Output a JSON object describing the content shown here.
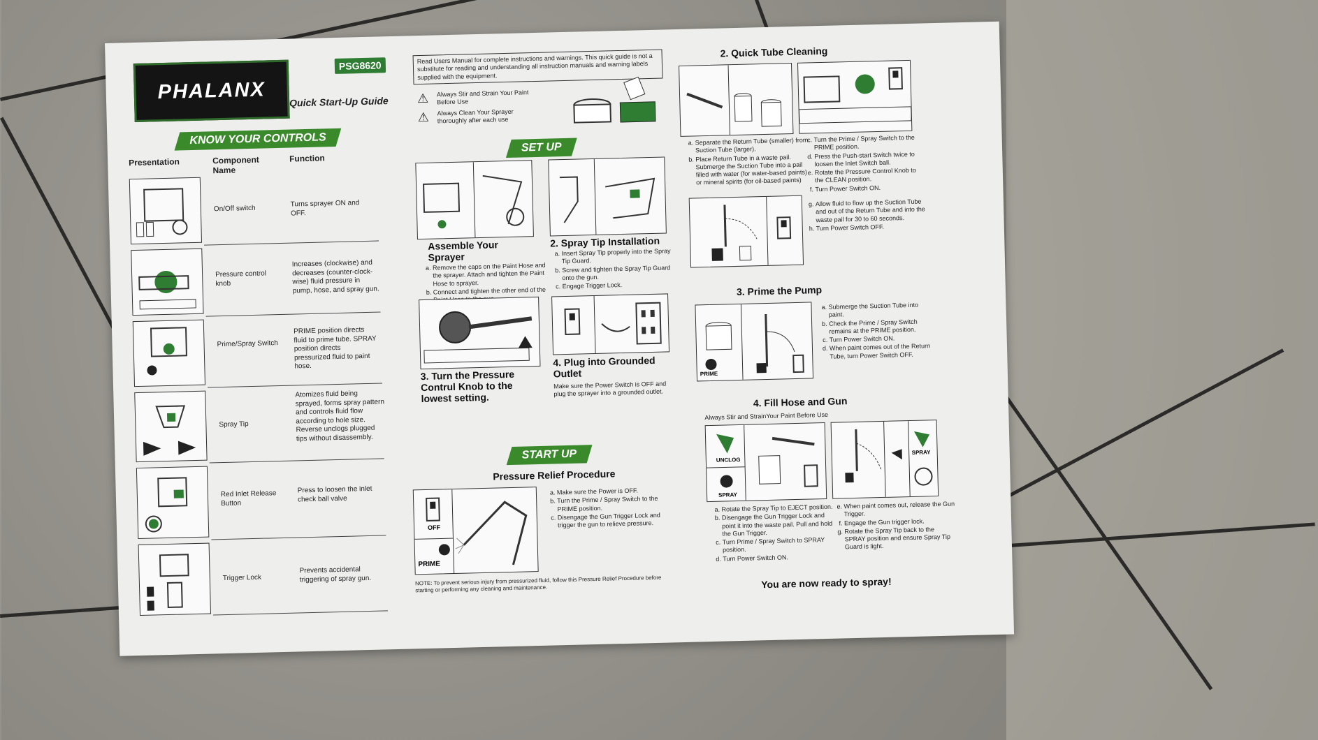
{
  "header": {
    "brand": "PHALANX",
    "model": "PSG8620",
    "guide_title": "Quick Start-Up Guide"
  },
  "notice": "Read Users Manual for complete instructions and warnings. This quick guide is not a substitute for reading and understanding all instruction manuals and warning labels supplied with the equipment.",
  "warnings": [
    "Always Stir and Strain Your Paint Before Use",
    "Always Clean Your Sprayer thoroughly after each use"
  ],
  "controls": {
    "banner": "KNOW YOUR CONTROLS",
    "headers": [
      "Presentation",
      "Component Name",
      "Function"
    ],
    "rows": [
      {
        "name": "On/Off switch",
        "function": "Turns sprayer ON and OFF."
      },
      {
        "name": "Pressure control knob",
        "function": "Increases (clockwise) and decreases (counter-clock-wise) fluid pressure in pump, hose, and spray gun."
      },
      {
        "name": "Prime/Spray Switch",
        "function": "PRIME position directs fluid to prime tube. SPRAY position directs pressurized fluid to paint hose."
      },
      {
        "name": "Spray Tip",
        "function": "Atomizes fluid being sprayed, forms spray pattern and controls fluid flow according to hole size. Reverse unclogs plugged tips without disassembly."
      },
      {
        "name": "Red Inlet Release Button",
        "function": "Press to loosen the inlet check ball valve"
      },
      {
        "name": "Trigger Lock",
        "function": "Prevents accidental triggering of spray gun."
      }
    ]
  },
  "setup": {
    "banner": "SET UP",
    "s1_title": "Assemble Your Sprayer",
    "s1_steps": [
      "Remove the caps on the Paint Hose and the sprayer. Attach and tighten the Paint Hose to sprayer.",
      "Connect and tighten the other end of the Paint Hose to the gun."
    ],
    "s2_title": "2. Spray Tip Installation",
    "s2_steps": [
      "Insert Spray Tip properly into the Spray Tip Guard.",
      "Screw and tighten the Spray Tip Guard onto the gun.",
      "Engage Trigger Lock."
    ],
    "s3_title": "3. Turn the Pressure Contrul Knob to the lowest setting.",
    "s4_title": "4. Plug into Grounded Outlet",
    "s4_text": "Make sure the Power Switch is OFF and plug the sprayer into a grounded outlet."
  },
  "startup": {
    "banner": "START UP",
    "title": "Pressure Relief Procedure",
    "steps": [
      "Make sure the Power is OFF.",
      "Turn the Prime / Spray Switch to the PRIME position.",
      "Disengage the Gun Trigger Lock and trigger the gun to relieve pressure."
    ],
    "note": "NOTE: To prevent serious injury from pressurized fluid, follow this Pressure Relief Procedure before starting or performing any cleaning and maintenance.",
    "label_off": "OFF",
    "label_prime": "PRIME"
  },
  "cleaning": {
    "title": "2. Quick Tube Cleaning",
    "steps_left": [
      "Separate the Return Tube (smaller) from Suction Tube (larger).",
      "Place Return Tube in a waste pail. Submerge the Suction Tube into a pail filled with water (for water-based paints) or mineral spirits (for oil-based paints)"
    ],
    "steps_right": [
      "Turn the Prime / Spray Switch to the PRIME position.",
      "Press the Push-start Switch twice to loosen the Inlet Switch ball.",
      "Rotate the Pressure Control Knob to the CLEAN position.",
      "Turn Power Switch ON."
    ],
    "steps_gh": [
      "Allow fluid to flow up the Suction Tube and out of the Return Tube and into the waste pail for 30 to 60 seconds.",
      "Turn Power Switch OFF."
    ]
  },
  "prime": {
    "title": "3. Prime the Pump",
    "steps": [
      "Submerge the Suction Tube into paint.",
      "Check the Prime / Spray Switch remains at the PRIME position.",
      "Turn Power Switch ON.",
      "When paint comes out of the Return Tube, turn Power Switch OFF."
    ],
    "label_prime": "PRIME"
  },
  "fill": {
    "title": "4. Fill Hose and Gun",
    "subtitle": "Always Stir and StrainYour Paint Before Use",
    "steps_left": [
      "Rotate the Spray Tip to EJECT position.",
      "Disengage the Gun Trigger Lock and point it into the waste pail. Pull and hold the Gun Trigger.",
      "Turn Prime / Spray Switch to SPRAY position.",
      "Turn Power Switch ON."
    ],
    "steps_right": [
      "When paint comes out, release the Gun Trigger.",
      "Engage the Gun trigger lock.",
      "Rotate the Spray Tip back to the SPRAY position and ensure Spray Tip Guard is light."
    ],
    "label_unclog": "UNCLOG",
    "label_spray": "SPRAY",
    "ready": "You are now ready to spray!"
  }
}
